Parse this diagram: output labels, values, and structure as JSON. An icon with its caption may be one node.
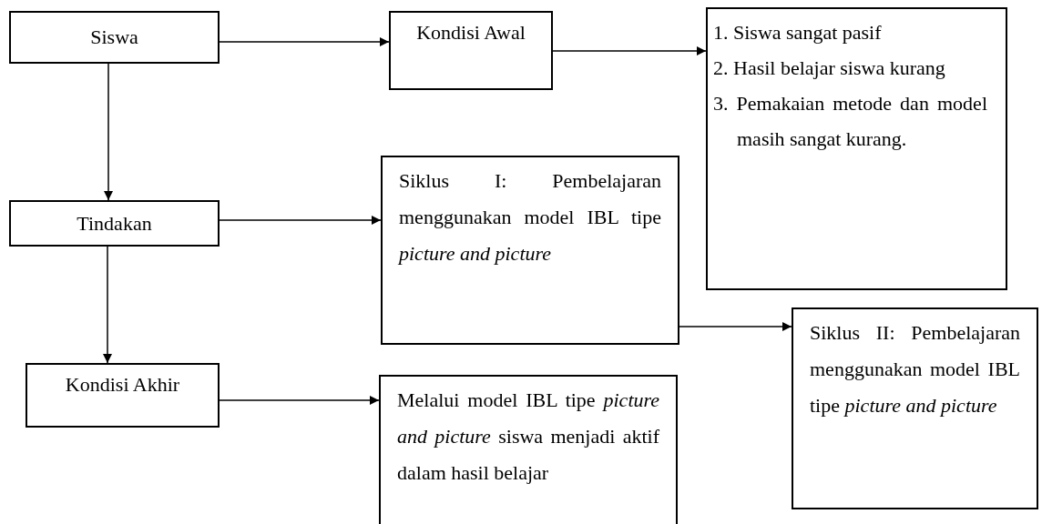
{
  "diagram": {
    "nodes": [
      {
        "text": [
          "Siswa"
        ]
      },
      {
        "text": [
          "Kondisi Awal"
        ]
      },
      {
        "text": [
          "1. Siswa sangat pasif",
          "2. Hasil belajar siswa kurang",
          "3. Pemakaian metode dan model masih sangat kurang."
        ]
      },
      {
        "text": [
          "Tindakan"
        ]
      },
      {
        "text": [
          "Siklus I: Pembelajaran menggunakan model IBL tipe *picture and picture*"
        ]
      },
      {
        "text": [
          "Siklus II: Pembelajaran menggunakan model IBL tipe *picture and picture*"
        ]
      },
      {
        "text": [
          "Kondisi Akhir"
        ]
      },
      {
        "text": [
          "Melalui model IBL tipe *picture and picture* siswa menjadi aktif dalam hasil belajar"
        ]
      }
    ],
    "edges": [
      {
        "from": 0,
        "to": 1,
        "arrow": "to"
      },
      {
        "from": 1,
        "to": 2,
        "arrow": "to"
      },
      {
        "from": 0,
        "to": 3,
        "arrow": "to"
      },
      {
        "from": 3,
        "to": 4,
        "arrow": "to"
      },
      {
        "from": 3,
        "to": 6,
        "arrow": "to"
      },
      {
        "from": 4,
        "to": 5,
        "arrow": "to"
      },
      {
        "from": 6,
        "to": 7,
        "arrow": "to"
      }
    ]
  }
}
